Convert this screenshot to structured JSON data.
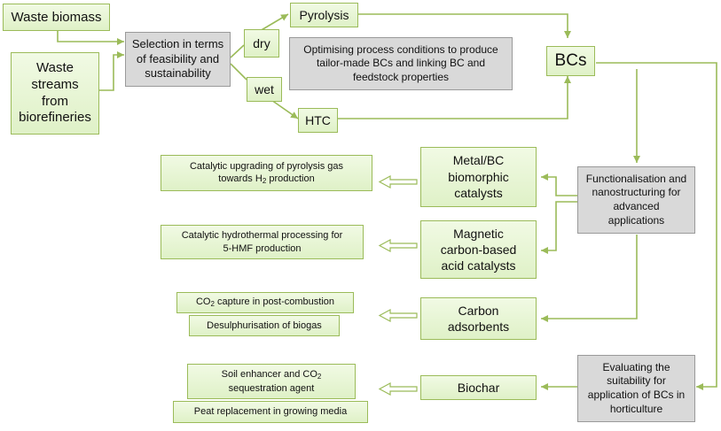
{
  "colors": {
    "green_fill": "#e6f4d2",
    "green_border": "#9bbb59",
    "arrow": "#9bbb59",
    "gray_fill": "#d9d9d9"
  },
  "nodes": {
    "waste_biomass": "Waste biomass",
    "waste_streams": "Waste\nstreams\nfrom\nbiorefineries",
    "selection": "Selection in terms\nof feasibility and\nsustainability",
    "dry": "dry",
    "wet": "wet",
    "pyrolysis": "Pyrolysis",
    "htc": "HTC",
    "optimising": "Optimising process conditions to produce\ntailor-made BCs and linking BC and\nfeedstock properties",
    "bcs": "BCs",
    "functionalisation": "Functionalisation and\nnanostructuring for\nadvanced\napplications",
    "metal_bc": "Metal/BC\nbiomorphic\ncatalysts",
    "magnetic": "Magnetic\ncarbon-based\nacid catalysts",
    "carbon_adsorbents": "Carbon\nadsorbents",
    "biochar": "Biochar",
    "evaluating": "Evaluating the\nsuitability for\napplication of BCs in\nhorticulture"
  },
  "applications": {
    "pyrolysis_gas_line1": "Catalytic upgrading of pyrolysis gas",
    "pyrolysis_gas_line2a": "towards H",
    "pyrolysis_gas_sub": "2",
    "pyrolysis_gas_line2b": " production",
    "hydrothermal": "Catalytic hydrothermal processing for\n5-HMF production",
    "co2_capture_a": "CO",
    "co2_capture_sub": "2",
    "co2_capture_b": " capture in post-combustion",
    "desulphurisation": "Desulphurisation of biogas",
    "soil_line1_a": "Soil enhancer and CO",
    "soil_line1_sub": "2",
    "soil_line2": "sequestration agent",
    "peat": "Peat replacement in growing media"
  }
}
